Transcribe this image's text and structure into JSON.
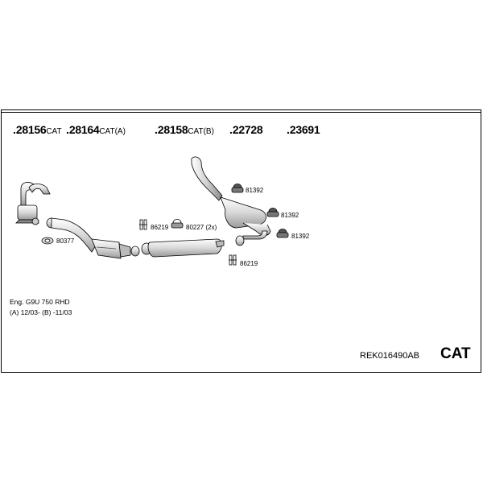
{
  "part_numbers": [
    {
      "prefix": ".",
      "number": "28156",
      "suffix": "CAT"
    },
    {
      "prefix": ".",
      "number": "28164",
      "suffix": "CAT(A)"
    },
    {
      "prefix": ".",
      "number": "28158",
      "suffix": "CAT(B)"
    },
    {
      "prefix": ".",
      "number": "22728",
      "suffix": ""
    },
    {
      "prefix": ".",
      "number": "23691",
      "suffix": ""
    }
  ],
  "callouts": {
    "c80377": "80377",
    "c86219a": "86219",
    "c80227": "80227 (2x)",
    "c86219b": "86219",
    "c81392a": "81392",
    "c81392b": "81392",
    "c81392c": "81392"
  },
  "info": {
    "line1": "Eng. G9U 750   RHD",
    "line2": "(A) 12/03- (B) -11/03"
  },
  "reference": "REK016490AB",
  "badge": "CAT"
}
